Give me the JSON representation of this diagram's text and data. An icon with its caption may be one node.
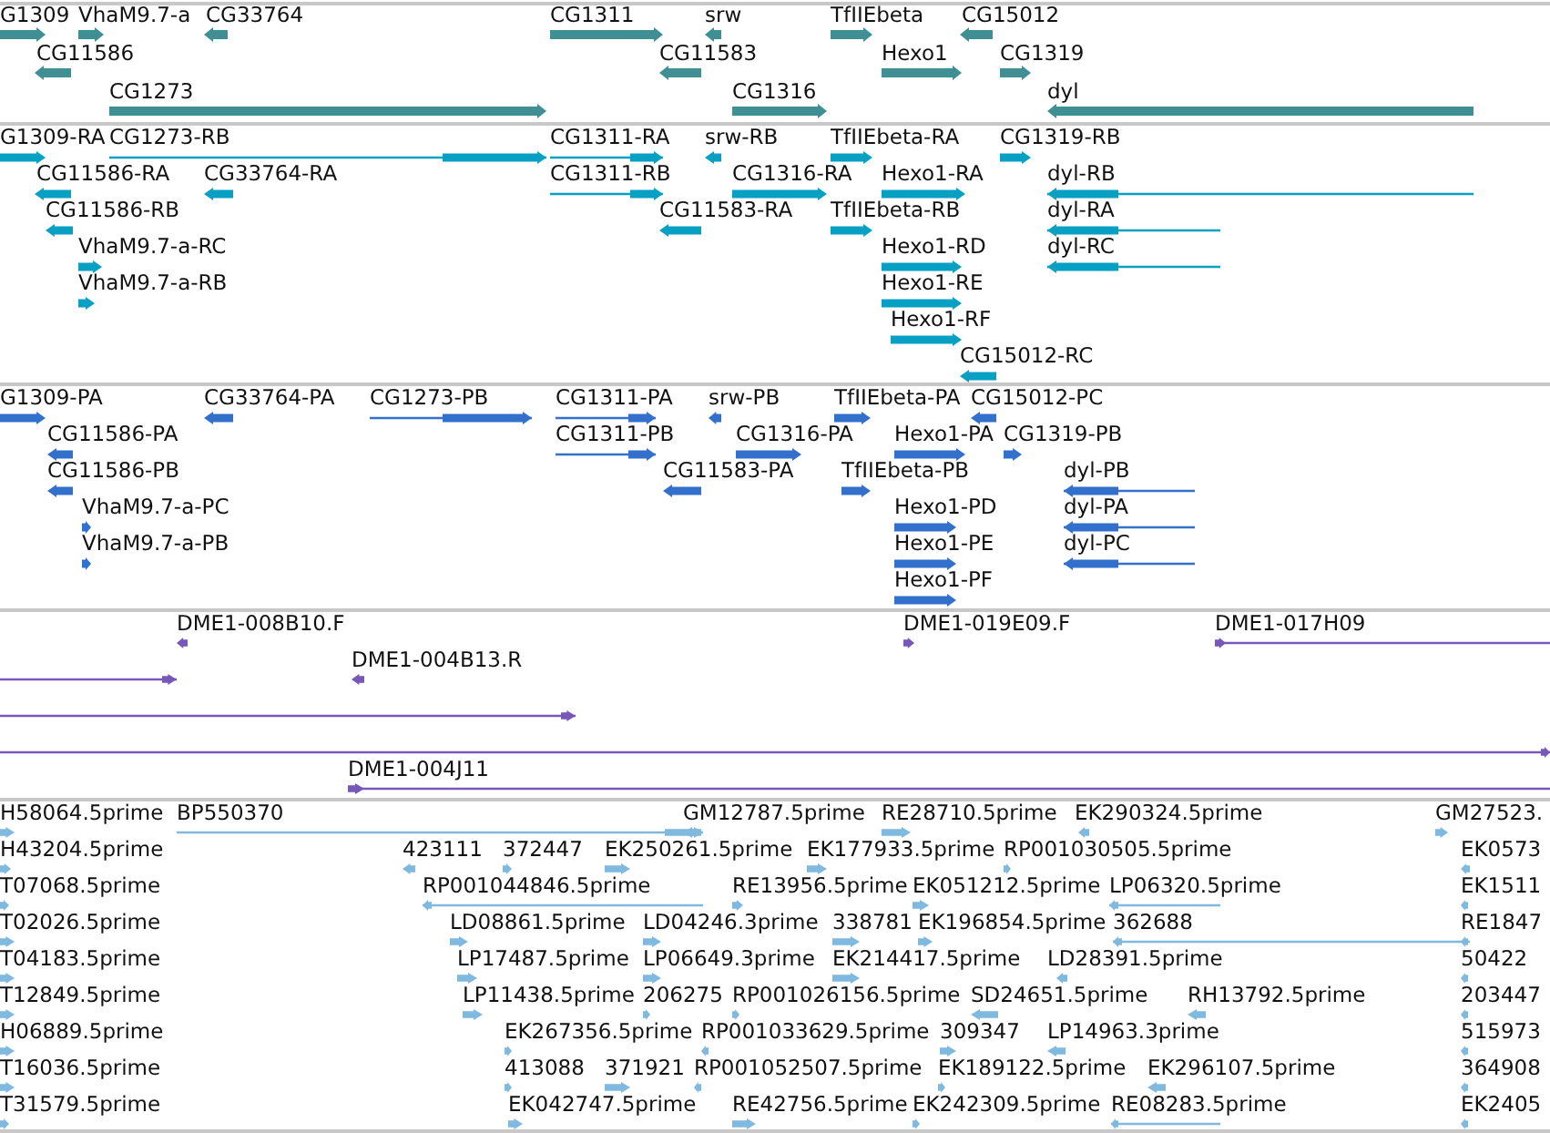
{
  "diagram": {
    "labels": [
      "G1309",
      "VhaM9.7-a",
      "CG33764",
      "CG1311",
      "srw",
      "TfIIEbeta",
      "CG15012",
      "CG11586",
      "CG11583",
      "Hexo1",
      "CG1319",
      "CG1273",
      "CG1316",
      "dyl",
      "G1309-RA",
      "CG1273-RB",
      "CG1311-RA",
      "srw-RB",
      "TfIIEbeta-RA",
      "CG1319-RB",
      "CG11586-RA",
      "CG33764-RA",
      "CG1311-RB",
      "CG1316-RA",
      "Hexo1-RA",
      "dyl-RB",
      "CG11586-RB",
      "CG11583-RA",
      "TfIIEbeta-RB",
      "dyl-RA",
      "VhaM9.7-a-RC",
      "Hexo1-RD",
      "dyl-RC",
      "VhaM9.7-a-RB",
      "Hexo1-RE",
      "Hexo1-RF",
      "CG15012-RC",
      "G1309-PA",
      "CG33764-PA",
      "CG1273-PB",
      "CG1311-PA",
      "srw-PB",
      "TfIIEbeta-PA",
      "CG15012-PC",
      "CG11586-PA",
      "CG1311-PB",
      "CG1316-PA",
      "Hexo1-PA",
      "CG1319-PB",
      "CG11586-PB",
      "CG11583-PA",
      "TfIIEbeta-PB",
      "dyl-PB",
      "VhaM9.7-a-PC",
      "Hexo1-PD",
      "dyl-PA",
      "VhaM9.7-a-PB",
      "Hexo1-PE",
      "dyl-PC",
      "Hexo1-PF",
      "DME1-008B10.F",
      "DME1-019E09.F",
      "DME1-017H09",
      "DME1-004B13.R",
      "DME1-004J11",
      "H58064.5prime",
      "BP550370",
      "GM12787.5prime",
      "RE28710.5prime",
      "EK290324.5prime",
      "GM27523.",
      "H43204.5prime",
      "423111",
      "372447",
      "EK250261.5prime",
      "EK177933.5prime",
      "RP001030505.5prime",
      "EK0573",
      "T07068.5prime",
      "RP001044846.5prime",
      "RE13956.5prime",
      "EK051212.5prime",
      "LP06320.5prime",
      "EK1511",
      "T02026.5prime",
      "LD08861.5prime",
      "LD04246.3prime",
      "338781",
      "EK196854.5prime",
      "362688",
      "RE1847",
      "T04183.5prime",
      "LP17487.5prime",
      "LP06649.3prime",
      "EK214417.5prime",
      "LD28391.5prime",
      "50422",
      "T12849.5prime",
      "LP11438.5prime",
      "206275",
      "RP001026156.5prime",
      "SD24651.5prime",
      "RH13792.5prime",
      "203447",
      "H06889.5prime",
      "EK267356.5prime",
      "RP001033629.5prime",
      "309347",
      "LP14963.3prime",
      "515973",
      "T16036.5prime",
      "413088",
      "371921",
      "RP001052507.5prime",
      "EK189122.5prime",
      "EK296107.5prime",
      "364908",
      "T31579.5prime",
      "EK042747.5prime",
      "RE42756.5prime",
      "EK242309.5prime",
      "RE08283.5prime",
      "EK2405"
    ]
  }
}
